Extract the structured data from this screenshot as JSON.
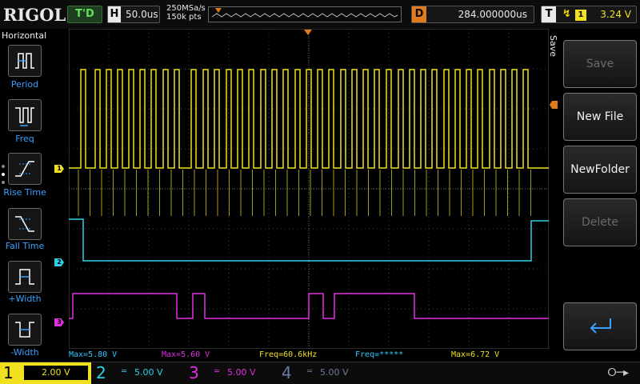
{
  "topbar": {
    "logo": "RIGOL",
    "trigger_status": "T'D",
    "horizontal_label": "H",
    "horizontal_scale": "50.0us",
    "sample_rate": "250MSa/s",
    "memory_depth": "150k pts",
    "delay_label": "D",
    "delay_value": "284.000000us",
    "trigger_label": "T",
    "trigger_edge_icon": "rising-edge-icon",
    "trigger_source": "1",
    "trigger_level": "3.24 V"
  },
  "left_panel": {
    "title": "Horizontal",
    "items": [
      {
        "label": "Period"
      },
      {
        "label": "Freq"
      },
      {
        "label": "Rise Time"
      },
      {
        "label": "Fall Time"
      },
      {
        "label": "+Width"
      },
      {
        "label": "-Width"
      }
    ]
  },
  "right_panel": {
    "side_label": "Save",
    "buttons": [
      {
        "label": "Save",
        "enabled": false
      },
      {
        "label": "New File",
        "enabled": true
      },
      {
        "label": "NewFolder",
        "enabled": true
      },
      {
        "label": "Delete",
        "enabled": false
      },
      {
        "label": "",
        "icon": "enter-return-icon",
        "enabled": true
      }
    ]
  },
  "measurements": [
    {
      "text": "Max=5.80 V"
    },
    {
      "text": "Max=5.60 V"
    },
    {
      "text": "Freq=60.6kHz"
    },
    {
      "text": "Freq=*****"
    },
    {
      "text": "Max=6.72 V"
    }
  ],
  "channels": [
    {
      "num": "1",
      "scale": "2.00 V",
      "color": "#f0e020",
      "active": true
    },
    {
      "num": "2",
      "scale": "5.00 V",
      "color": "#30d0e8",
      "active": true
    },
    {
      "num": "3",
      "scale": "5.00 V",
      "color": "#e030e0",
      "active": true
    },
    {
      "num": "4",
      "scale": "5.00 V",
      "color": "#6a7aa0",
      "active": false
    }
  ],
  "bottom_bar": {
    "usb_icon": "usb-icon"
  }
}
